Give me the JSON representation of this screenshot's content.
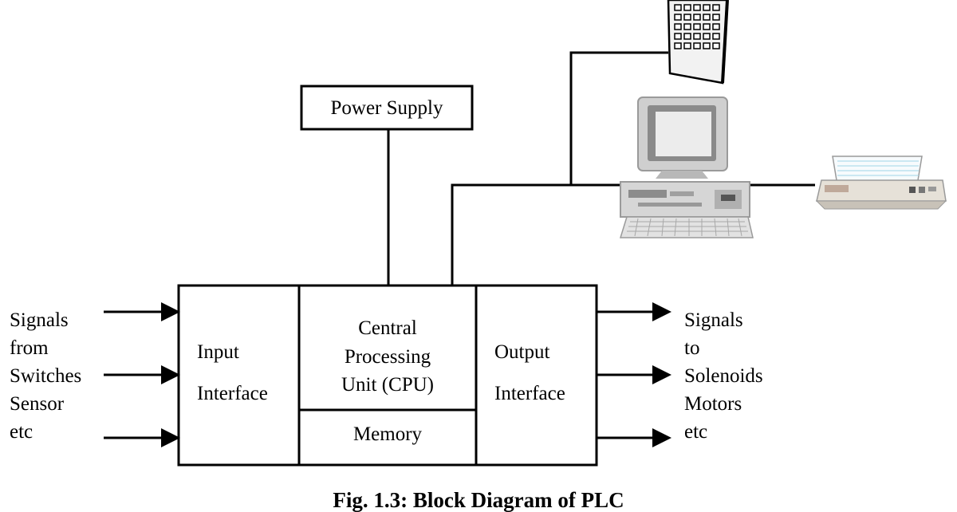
{
  "power_supply": "Power Supply",
  "input_interface": [
    "Input",
    "Interface"
  ],
  "cpu": [
    "Central",
    "Processing",
    "Unit (CPU)"
  ],
  "memory": "Memory",
  "output_interface": [
    "Output",
    "Interface"
  ],
  "input_signals": [
    "Signals",
    "from",
    "Switches",
    "Sensor",
    "etc"
  ],
  "output_signals": [
    "Signals",
    "to",
    "Solenoids",
    "Motors",
    "etc"
  ],
  "caption": "Fig. 1.3: Block Diagram of PLC",
  "icons": [
    "handheld-programmer-icon",
    "desktop-computer-icon",
    "printer-icon"
  ]
}
